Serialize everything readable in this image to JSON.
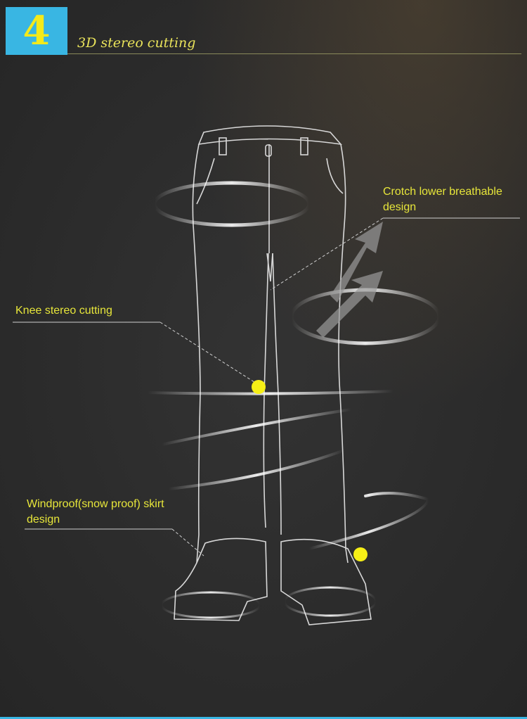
{
  "header": {
    "number": "4",
    "title": "3D stereo cutting"
  },
  "callouts": {
    "crotch": "Crotch lower breathable design",
    "knee": "Knee stereo cutting",
    "windproof": "Windproof(snow proof) skirt design"
  },
  "colors": {
    "badge": "#39b6e3",
    "accent": "#f4ea1a",
    "background": "#2b2b2b"
  }
}
